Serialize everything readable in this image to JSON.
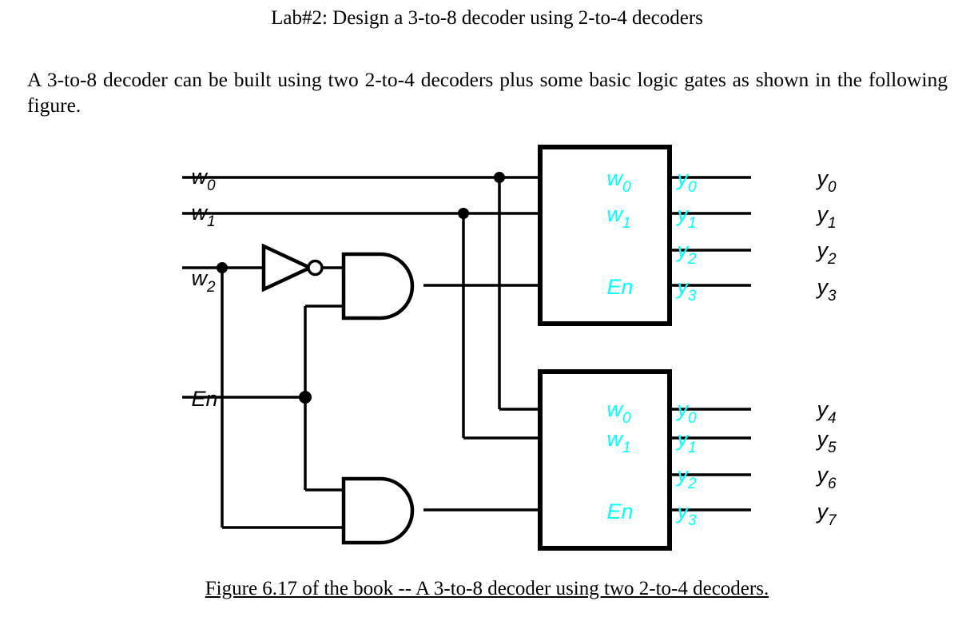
{
  "document": {
    "title": "Lab#2: Design a 3-to-8 decoder using 2-to-4 decoders",
    "intro": "A 3-to-8 decoder can be built using two 2-to-4 decoders plus some basic logic gates as shown in the following figure.",
    "caption": "Figure 6.17 of the book --  A 3-to-8 decoder using two 2-to-4 decoders."
  },
  "colors": {
    "wire": "#000000",
    "box_border": "#000000",
    "inside_label": "#00ffff",
    "outside_label": "#000000",
    "background": "#ffffff"
  },
  "figure": {
    "inputs": [
      {
        "base": "w",
        "sub": "0"
      },
      {
        "base": "w",
        "sub": "1"
      },
      {
        "base": "w",
        "sub": "2"
      },
      {
        "base": "En",
        "sub": ""
      }
    ],
    "decoders": [
      {
        "id": "upper-decoder",
        "inputs": [
          {
            "base": "w",
            "sub": "0"
          },
          {
            "base": "w",
            "sub": "1"
          },
          {
            "base": "En",
            "sub": ""
          }
        ],
        "outputs": [
          {
            "base": "y",
            "sub": "0"
          },
          {
            "base": "y",
            "sub": "1"
          },
          {
            "base": "y",
            "sub": "2"
          },
          {
            "base": "y",
            "sub": "3"
          }
        ],
        "external_outputs": [
          {
            "base": "y",
            "sub": "0"
          },
          {
            "base": "y",
            "sub": "1"
          },
          {
            "base": "y",
            "sub": "2"
          },
          {
            "base": "y",
            "sub": "3"
          }
        ]
      },
      {
        "id": "lower-decoder",
        "inputs": [
          {
            "base": "w",
            "sub": "0"
          },
          {
            "base": "w",
            "sub": "1"
          },
          {
            "base": "En",
            "sub": ""
          }
        ],
        "outputs": [
          {
            "base": "y",
            "sub": "0"
          },
          {
            "base": "y",
            "sub": "1"
          },
          {
            "base": "y",
            "sub": "2"
          },
          {
            "base": "y",
            "sub": "3"
          }
        ],
        "external_outputs": [
          {
            "base": "y",
            "sub": "4"
          },
          {
            "base": "y",
            "sub": "5"
          },
          {
            "base": "y",
            "sub": "6"
          },
          {
            "base": "y",
            "sub": "7"
          }
        ]
      }
    ],
    "gates": [
      {
        "id": "not-gate",
        "type": "NOT",
        "inputs": [
          "w2"
        ],
        "output": "w2_bar"
      },
      {
        "id": "upper-and-gate",
        "type": "AND",
        "inputs": [
          "w2_bar",
          "En"
        ],
        "output": "upper_En"
      },
      {
        "id": "lower-and-gate",
        "type": "AND",
        "inputs": [
          "En",
          "w2"
        ],
        "output": "lower_En"
      }
    ]
  }
}
